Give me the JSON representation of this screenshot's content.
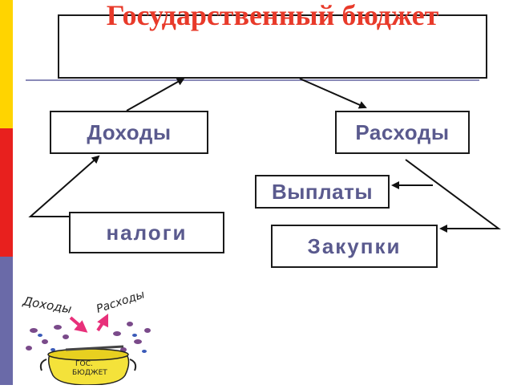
{
  "title": "Государственный бюджет",
  "nodes": {
    "incomes": "Доходы",
    "expenses": "Расходы",
    "payments": "Выплаты",
    "taxes": "налоги",
    "purchases": "Закупки"
  },
  "clipart": {
    "label_incomes": "Доходы",
    "label_expenses": "Расходы",
    "pot_line1": "ГОС.",
    "pot_line2": "БЮДЖЕТ"
  },
  "colors": {
    "title": "#e83a2a",
    "node_text": "#5a5a8e",
    "stripe_yellow": "#ffd400",
    "stripe_red": "#e8201e",
    "stripe_purple": "#6a6aa8"
  }
}
